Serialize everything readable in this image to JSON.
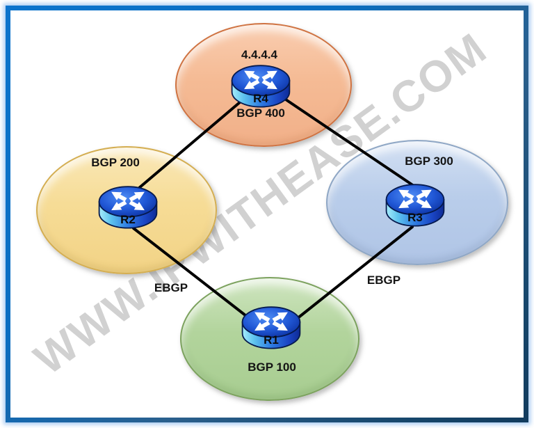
{
  "diagram": {
    "watermark": "WWW.IPWITHEASE.COM",
    "autonomous_systems": [
      {
        "label": "BGP 400",
        "router": "R4",
        "loopback": "4.4.4.4",
        "fill": "#f5bb95",
        "border": "#cf7342"
      },
      {
        "label": "BGP 200",
        "router": "R2",
        "fill": "#f6dc96",
        "border": "#d4ae52"
      },
      {
        "label": "BGP 300",
        "router": "R3",
        "fill": "#b9cdea",
        "border": "#8fa7c5"
      },
      {
        "label": "BGP 100",
        "router": "R1",
        "fill": "#b2d49c",
        "border": "#7ca25e"
      }
    ],
    "links": [
      {
        "from": "R2",
        "to": "R4",
        "label": ""
      },
      {
        "from": "R4",
        "to": "R3",
        "label": ""
      },
      {
        "from": "R2",
        "to": "R1",
        "label": "EBGP"
      },
      {
        "from": "R3",
        "to": "R1",
        "label": "EBGP"
      }
    ],
    "colors": {
      "frame_top": "#0a72c8",
      "frame_bottom": "#16476c",
      "link_line": "#000000",
      "watermark_gray": "#c6c6c6",
      "router_body_light": "#a6ecfb",
      "router_body_dark": "#0e2b96"
    }
  }
}
